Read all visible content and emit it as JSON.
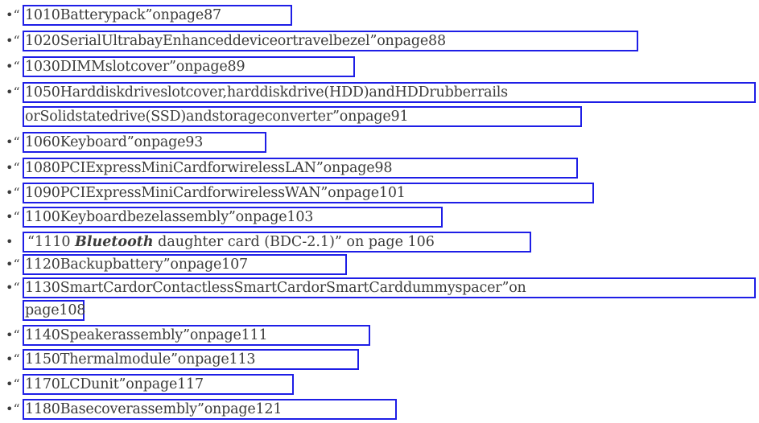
{
  "bullet": "•“",
  "items": [
    {
      "text": "1010Batterypack”onpage87"
    },
    {
      "text": "1020SerialUltrabayEnhanceddeviceortravelbezel”onpage88"
    },
    {
      "text": "1030DIMMslotcover”onpage89"
    },
    {
      "text": "1050Harddiskdriveslotcover,harddiskdrive(HDD)andHDDrubberrails",
      "cont": "orSolidstatedrive(SSD)andstorageconverter”onpage91"
    },
    {
      "text": "1060Keyboard”onpage93"
    },
    {
      "text": "1080PCIExpressMiniCardforwirelessLAN”onpage98"
    },
    {
      "text": "1090PCIExpressMiniCardforwirelessWAN”onpage101"
    },
    {
      "text": "1100Keyboardbezelassembly”onpage103"
    },
    {
      "pre": "“1110 ",
      "em": "Bluetooth",
      "post": " daughter card (BDC-2.1)” on page 106"
    },
    {
      "text": "1120Backupbattery”onpage107"
    },
    {
      "text": "1130SmartCardorContactlessSmartCardorSmartCarddummyspacer”on",
      "cont": "page108"
    },
    {
      "text": "1140Speakerassembly”onpage111"
    },
    {
      "text": "1150Thermalmodule”onpage113"
    },
    {
      "text": "1170LCDunit”onpage117"
    },
    {
      "text": "1180Basecoverassembly”onpage121"
    }
  ]
}
